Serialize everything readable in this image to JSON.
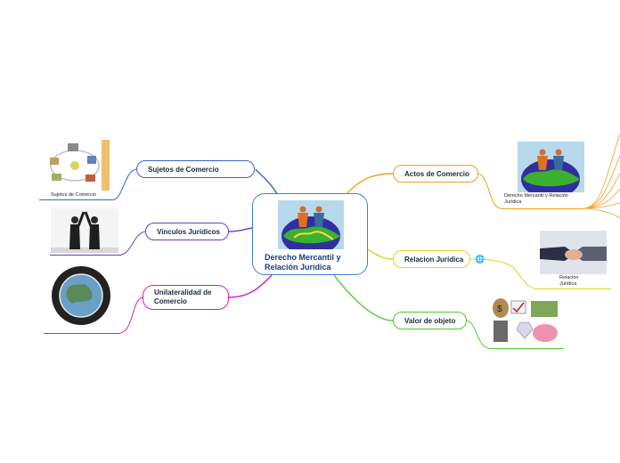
{
  "central": {
    "title": "Derecho Mercantil y Relación Jurídica",
    "image": "people-building-globe-illustration"
  },
  "branches": {
    "sujetos": {
      "label": "Sujetos de Comercio",
      "color": "#3a66c4",
      "leaf_caption": "Sujetos de Comercio",
      "leaf_image": "trade-network-diagram"
    },
    "vinculos": {
      "label": "Vinculos Jurídicos",
      "color": "#6a3cc4",
      "leaf_image": "businessmen-high-five-photo"
    },
    "unilateralidad": {
      "label": "Unilateralidad de Comercio",
      "color": "#d020c0",
      "leaf_image": "people-around-globe-illustration"
    },
    "actos": {
      "label": "Actos de Comercio",
      "color": "#f0a020",
      "leaf_caption": "Derecho Mercantil y Relación Jurídica",
      "leaf_image": "people-building-globe-illustration"
    },
    "relacion": {
      "label": "Relacion Jurídica",
      "color": "#d8d820",
      "leaf_caption": "Relación Jurídica",
      "leaf_image": "handshake-photo",
      "icon": "globe-icon"
    },
    "valor": {
      "label": "Valor de objeto",
      "color": "#50c830",
      "leaf_image": "money-valuables-clipart"
    }
  }
}
